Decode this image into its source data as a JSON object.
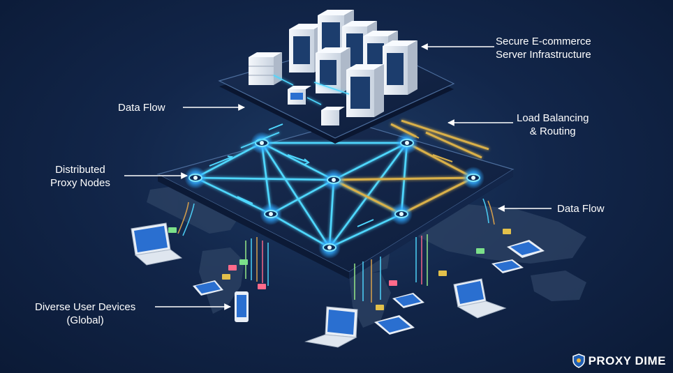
{
  "labels": {
    "server": [
      "Secure E-commerce",
      "Server Infrastructure"
    ],
    "data_flow_top": "Data Flow",
    "load_balancing": [
      "Load Balancing",
      "& Routing"
    ],
    "proxy_nodes": [
      "Distributed",
      "Proxy Nodes"
    ],
    "data_flow_right": "Data Flow",
    "user_devices": [
      "Diverse User Devices",
      "(Global)"
    ]
  },
  "brand": {
    "name": "PROXY DIME",
    "icon": "shield-icon"
  },
  "colors": {
    "background": "#12264a",
    "network_link": "#4fd8ff",
    "routing_link": "#d9b04a",
    "node_glow": "#2ea8ff"
  }
}
